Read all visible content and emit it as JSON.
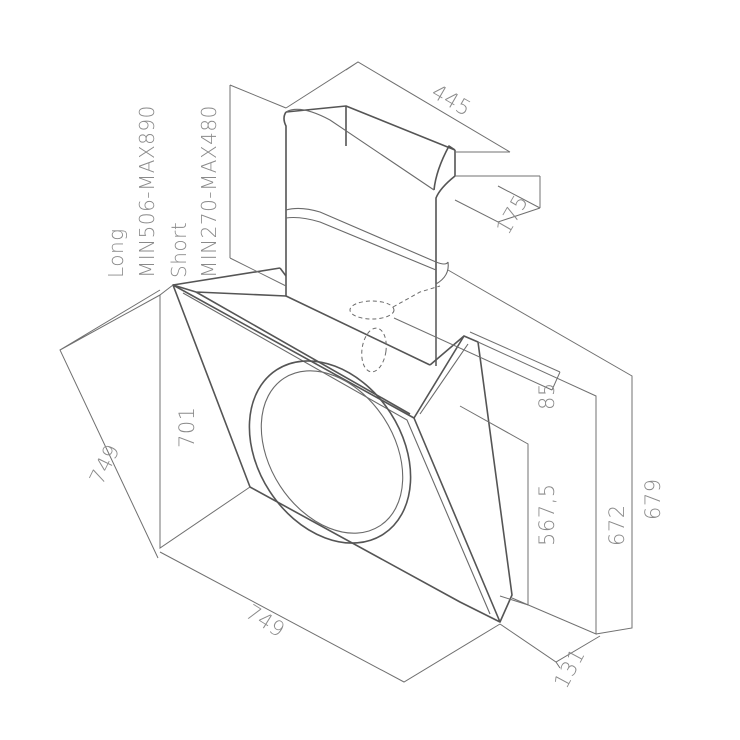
{
  "dimensions": {
    "top_width": "445",
    "top_depth": "175",
    "duct_offset": "85",
    "panel_height": "701",
    "panel_diagonal": "749",
    "base_width": "749",
    "height_567": "567,5",
    "height_672": "672",
    "height_679": "679",
    "base_depth": "131"
  },
  "chimney_labels": {
    "long": "Long",
    "long_range": "MIN506-MAX890",
    "short": "Short",
    "short_range": "MIN270-MAX480"
  },
  "colors": {
    "line": "#555555",
    "text": "#8a8a8a"
  }
}
